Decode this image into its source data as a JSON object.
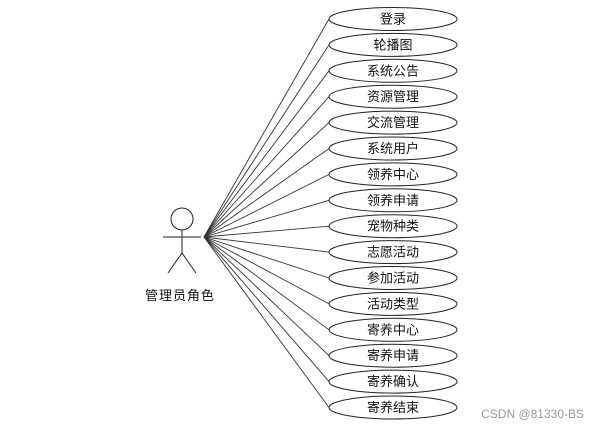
{
  "actor": {
    "name": "管理员角色"
  },
  "use_cases": [
    "登录",
    "轮播图",
    "系统公告",
    "资源管理",
    "交流管理",
    "系统用户",
    "领养中心",
    "领养申请",
    "宠物种类",
    "志愿活动",
    "参加活动",
    "活动类型",
    "寄养中心",
    "寄养申请",
    "寄养确认",
    "寄养结束"
  ],
  "watermark": "CSDN @81330-BS"
}
